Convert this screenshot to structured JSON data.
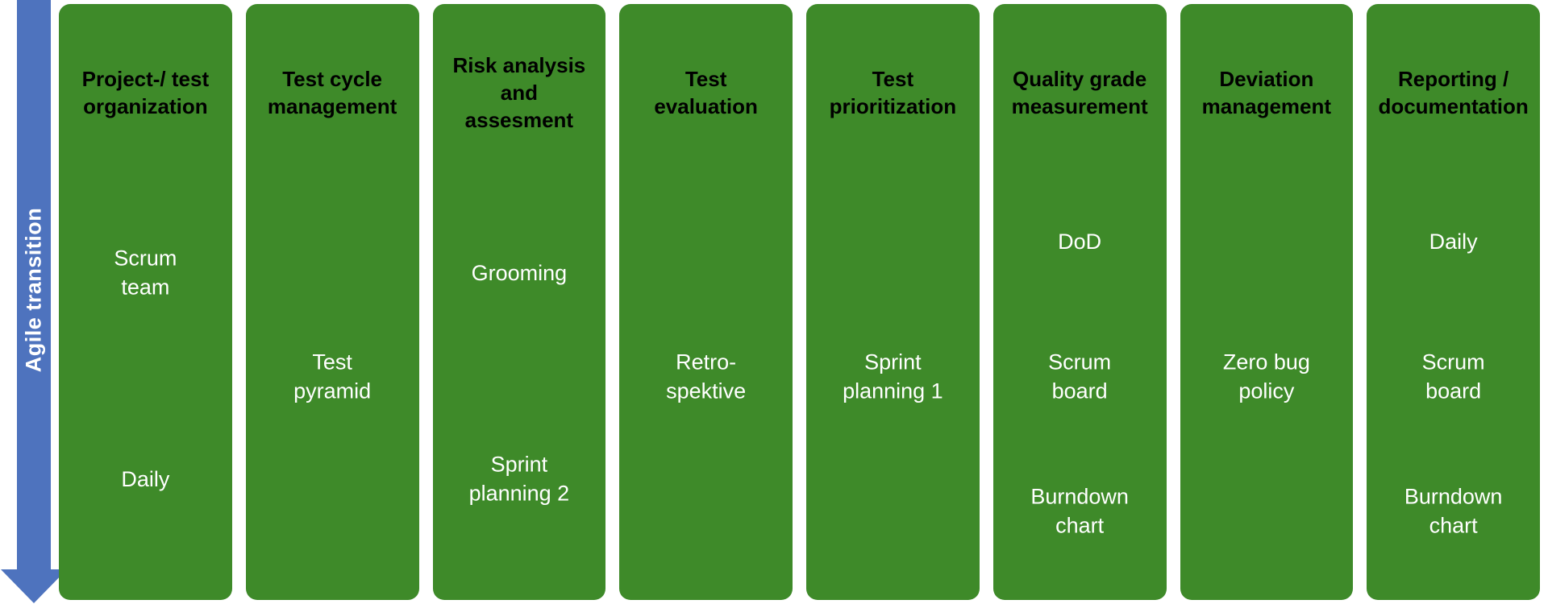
{
  "arrow": {
    "label": "Agile transition"
  },
  "colors": {
    "column_green": "#3E8A29",
    "arrow_blue": "#4E73BE",
    "header_text": "#000000",
    "item_text": "#ffffff",
    "background": "#ffffff"
  },
  "columns": [
    {
      "header": "Project-/ test\norganization",
      "items": [
        {
          "label": "Scrum\nteam"
        },
        {
          "label": "Daily"
        }
      ]
    },
    {
      "header": "Test cycle\nmanagement",
      "items": [
        {
          "label": "Test\npyramid"
        }
      ]
    },
    {
      "header": "Risk analysis\nand\nassesment",
      "items": [
        {
          "label": "Grooming"
        },
        {
          "label": "Sprint\nplanning 2"
        }
      ]
    },
    {
      "header": "Test\nevaluation",
      "items": [
        {
          "label": "Retro-\nspektive"
        }
      ]
    },
    {
      "header": "Test\nprioritization",
      "items": [
        {
          "label": "Sprint\nplanning 1"
        }
      ]
    },
    {
      "header": "Quality grade\nmeasurement",
      "items": [
        {
          "label": "DoD"
        },
        {
          "label": "Scrum\nboard"
        },
        {
          "label": "Burndown\nchart"
        }
      ]
    },
    {
      "header": "Deviation\nmanagement",
      "items": [
        {
          "label": "Zero bug\npolicy"
        }
      ]
    },
    {
      "header": "Reporting /\ndocumentation",
      "items": [
        {
          "label": "Daily"
        },
        {
          "label": "Scrum\nboard"
        },
        {
          "label": "Burndown\nchart"
        }
      ]
    }
  ]
}
